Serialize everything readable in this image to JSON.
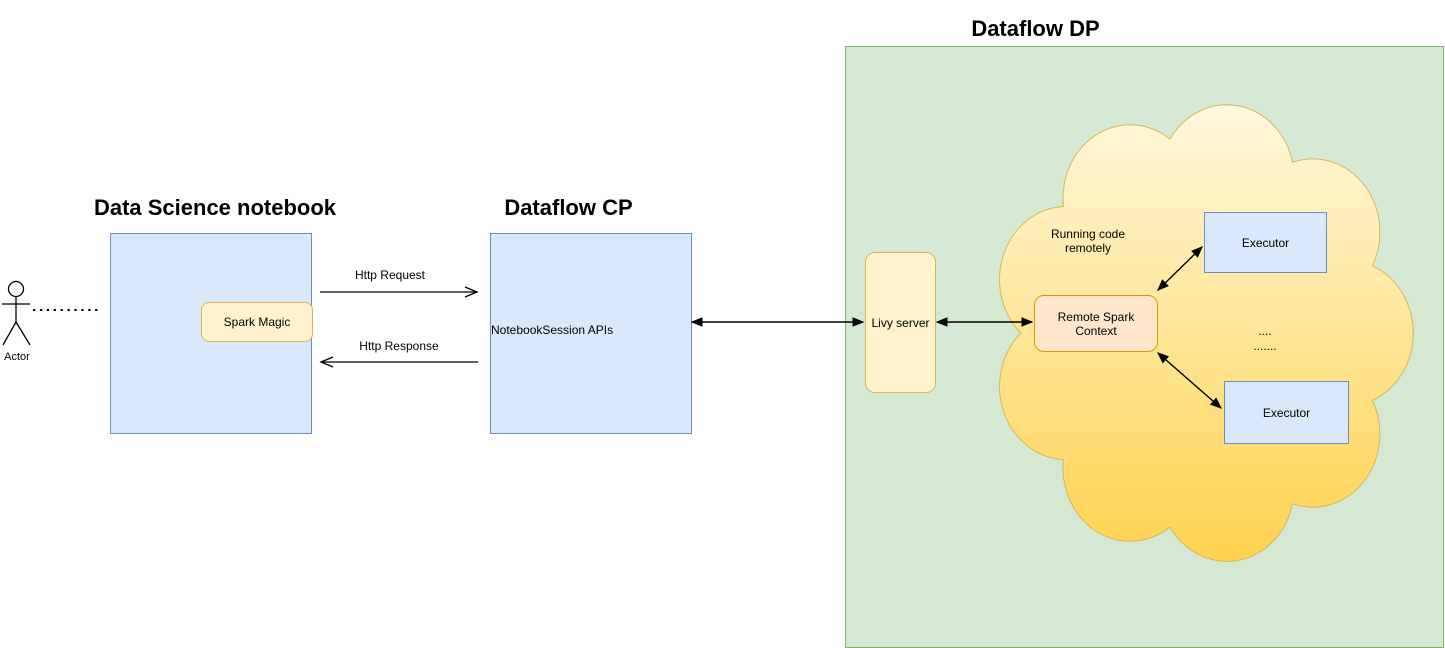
{
  "colors": {
    "canvas_bg": "#FFFFFF",
    "text_color": "#000000",
    "line_color": "#000000",
    "blue_fill": "#DAE8FC",
    "blue_border": "#6C8EBF",
    "yellow_fill": "#FFF2CC",
    "yellow_border": "#D6B656",
    "orange_fill": "#FFE6CC",
    "orange_border": "#D79B00",
    "green_fill": "#D5E8D4",
    "green_border": "#82B366",
    "cloud_top": "#FFF8DE",
    "cloud_bottom": "#FFD24F",
    "cloud_border": "#D6B656"
  },
  "actor": {
    "label": "Actor"
  },
  "notebook": {
    "title": "Data Science notebook",
    "spark_magic_label": "Spark Magic"
  },
  "connections": {
    "http_request": "Http Request",
    "http_response": "Http Response"
  },
  "control_plane": {
    "title": "Dataflow CP",
    "api_label": "NotebookSession APIs"
  },
  "data_plane": {
    "title": "Dataflow DP",
    "livy_label": "Livy server",
    "cloud_note": "Running code remotely",
    "remote_spark_context": "Remote Spark Context",
    "executor_top": "Executor",
    "executor_bottom": "Executor",
    "ellipsis_line1": "....",
    "ellipsis_line2": "......."
  }
}
